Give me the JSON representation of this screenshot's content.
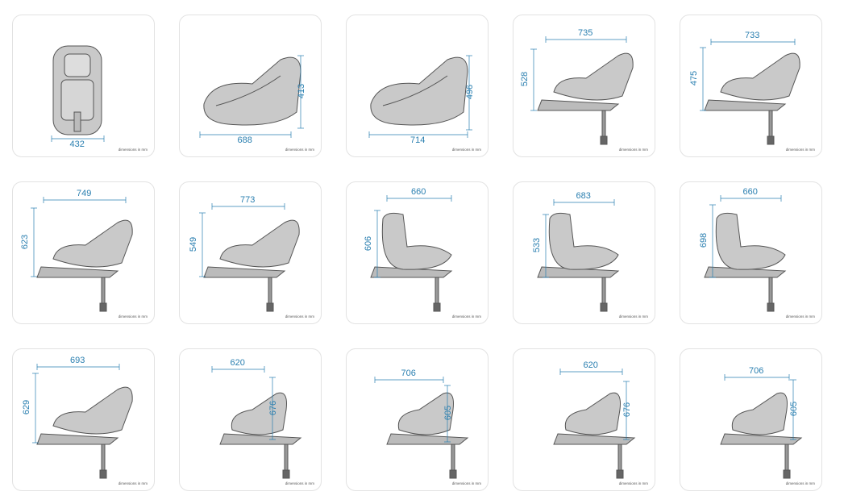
{
  "unit_label": "dimensions in mm",
  "colors": {
    "dimension": "#2a7fb0",
    "seat_fill": "#c9c9c9",
    "seat_stroke": "#555555",
    "card_border": "#e2e2e2"
  },
  "cards": [
    {
      "view": "front",
      "width": "432"
    },
    {
      "view": "side",
      "width": "688",
      "height": "413"
    },
    {
      "view": "side",
      "width": "714",
      "height": "496"
    },
    {
      "view": "base-rear-reclined",
      "width": "735",
      "height": "528"
    },
    {
      "view": "base-rear-reclined",
      "width": "733",
      "height": "475"
    },
    {
      "view": "base-rear",
      "width": "749",
      "height": "623"
    },
    {
      "view": "base-rear",
      "width": "773",
      "height": "549"
    },
    {
      "view": "base-forward",
      "width": "660",
      "height": "606"
    },
    {
      "view": "base-forward",
      "width": "683",
      "height": "533"
    },
    {
      "view": "base-forward",
      "width": "660",
      "height": "698"
    },
    {
      "view": "base-rear",
      "width": "693",
      "height": "629"
    },
    {
      "view": "base-sideways",
      "width": "620",
      "height": "676"
    },
    {
      "view": "base-sideways",
      "width": "706",
      "height": "605"
    },
    {
      "view": "base-sideways",
      "width": "620",
      "height": "676"
    },
    {
      "view": "base-sideways",
      "width": "706",
      "height": "605"
    }
  ]
}
